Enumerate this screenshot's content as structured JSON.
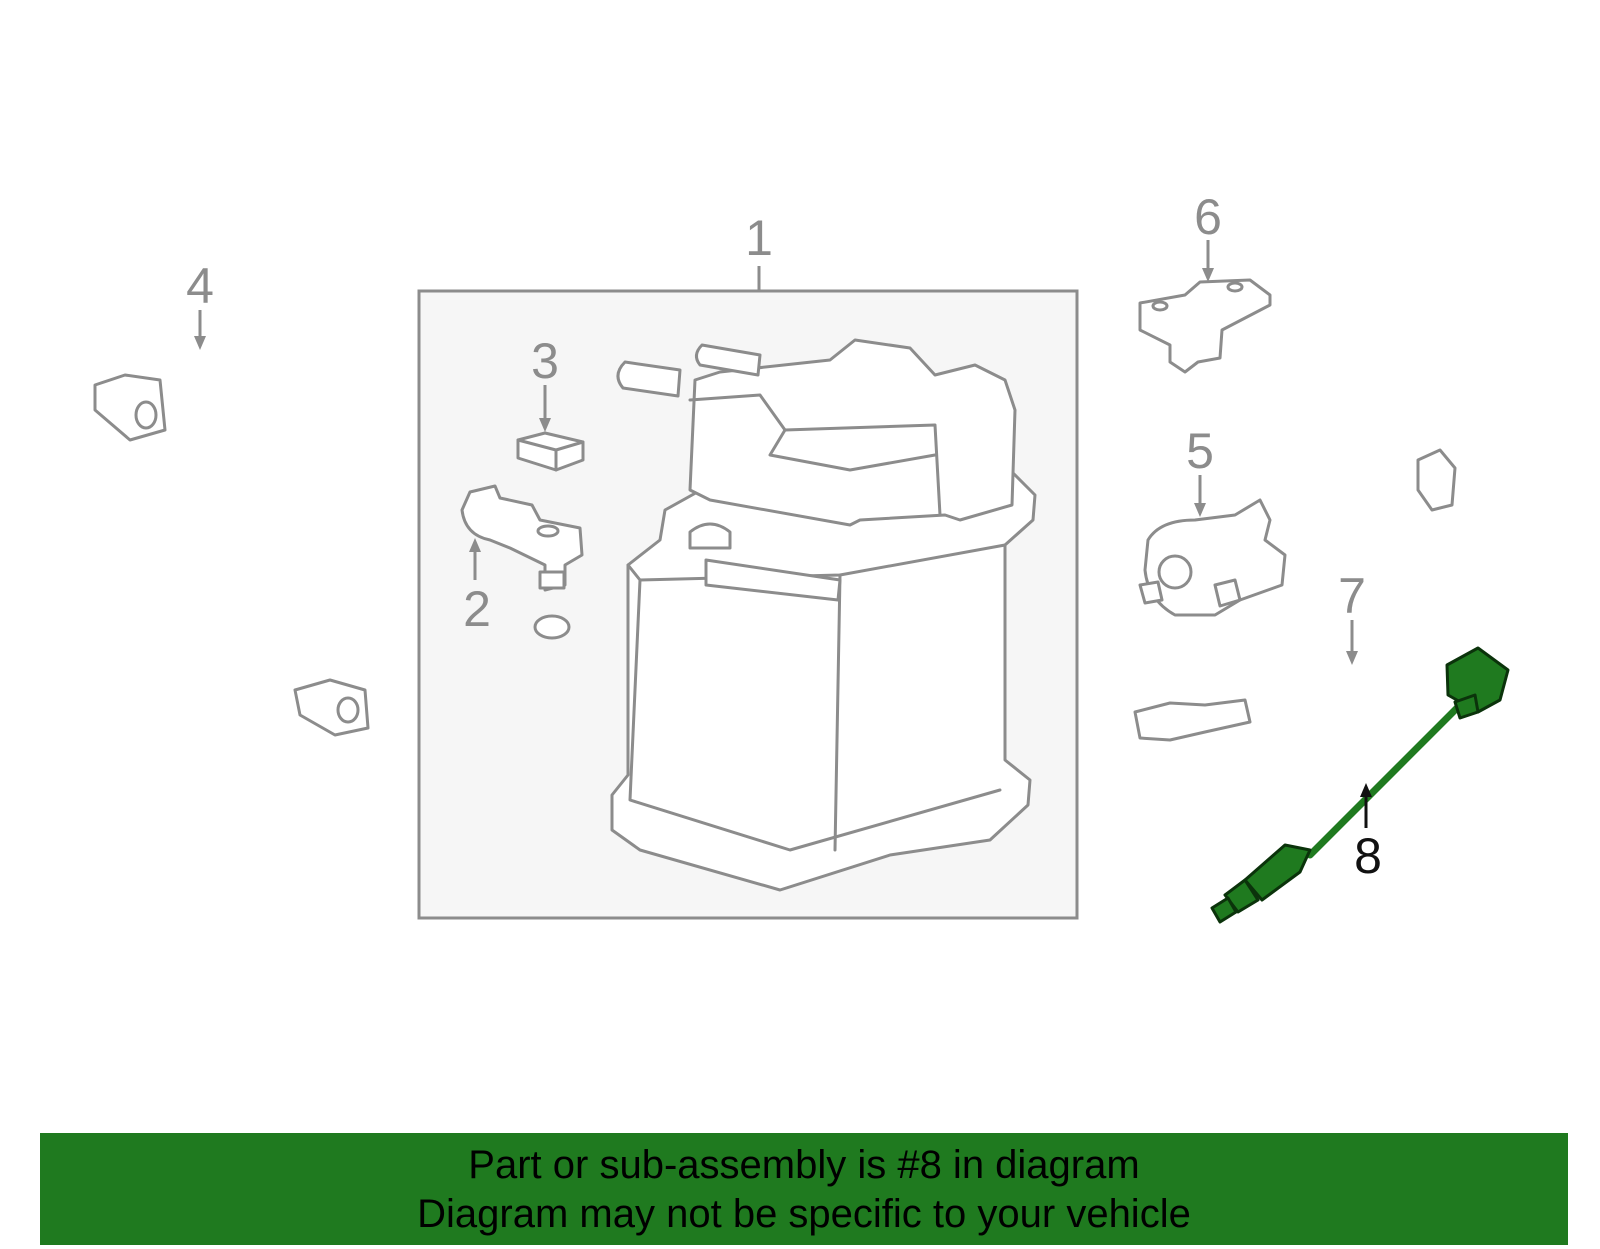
{
  "callouts": {
    "c1": "1",
    "c2": "2",
    "c3": "3",
    "c4": "4",
    "c5": "5",
    "c6": "6",
    "c7": "7",
    "c8": "8"
  },
  "highlighted_part": "8",
  "banner": {
    "line1": "Part or sub-assembly is #8 in diagram",
    "line2": "Diagram may not be specific to your vehicle"
  },
  "colors": {
    "highlight": "#1f7a1f",
    "outline": "#8c8c8c",
    "box_fill": "#f6f6f6"
  }
}
